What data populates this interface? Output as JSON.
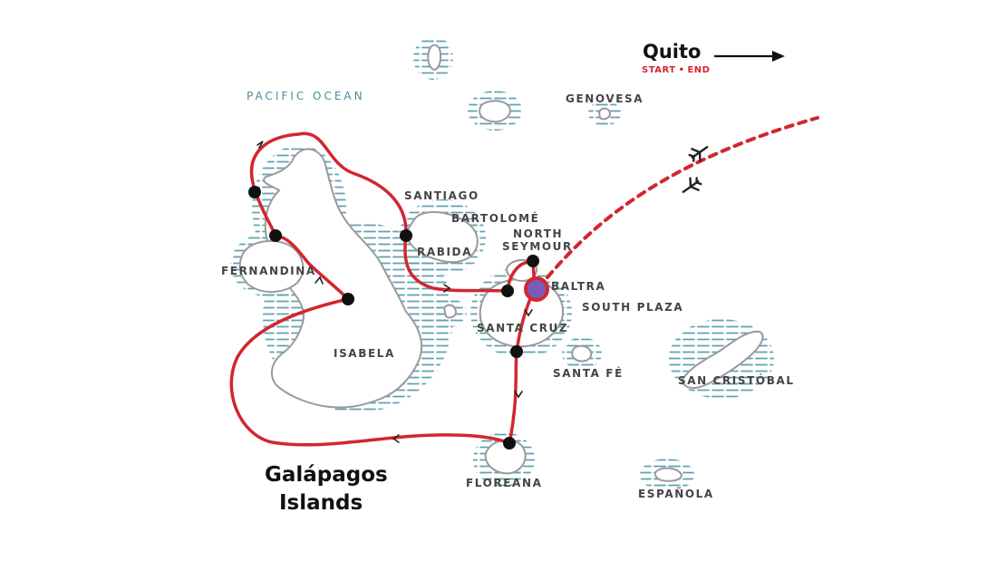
{
  "map": {
    "title_line1": "Galápagos",
    "title_line2": "Islands",
    "ocean_label": "PACIFIC OCEAN",
    "quito": {
      "label": "Quito",
      "start": "START",
      "bullet": "•",
      "end": "END"
    },
    "islands": {
      "genovesa": "GENOVESA",
      "santiago": "SANTIAGO",
      "bartolome": "BARTOLOMÉ",
      "rabida": "RABIDA",
      "north_seymour_1": "NORTH",
      "north_seymour_2": "SEYMOUR",
      "baltra": "BALTRA",
      "south_plaza": "SOUTH PLAZA",
      "santa_cruz": "SANTA CRUZ",
      "santa_fe": "SANTA FÉ",
      "san_cristobal": "SAN CRISTÓBAL",
      "fernandina": "FERNANDINA",
      "isabela": "ISABELA",
      "floreana": "FLOREANA",
      "espanola": "ESPAÑOLA"
    },
    "colors": {
      "route": "#d22630",
      "flight": "#d22630",
      "stop": "#111111",
      "start_end_marker": "#7a5bb8",
      "water_hatch": "#5fa3ae",
      "start_end_text": "#d22630"
    },
    "icons": [
      "airplane-icon",
      "airplane-icon"
    ]
  }
}
